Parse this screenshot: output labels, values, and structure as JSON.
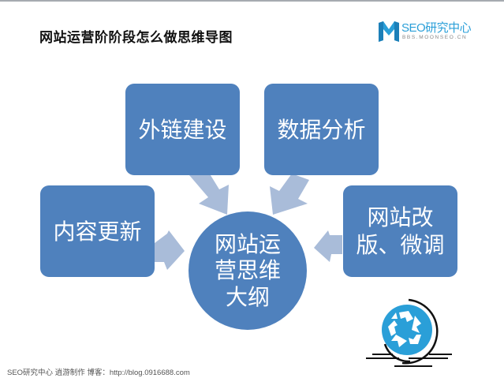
{
  "title": "网站运营阶阶段怎么做思维导图",
  "logo": {
    "name": "SEO研究中心",
    "subtitle": "BBS.MOONSEO.CN",
    "color": "#2a9fd8"
  },
  "diagram": {
    "center": {
      "lines": [
        "网站运",
        "营思维",
        "大纲"
      ]
    },
    "nodes": [
      {
        "id": "content-update",
        "lines": [
          "内容更新"
        ]
      },
      {
        "id": "link-building",
        "lines": [
          "外链建设"
        ]
      },
      {
        "id": "data-analysis",
        "lines": [
          "数据分析"
        ]
      },
      {
        "id": "site-revision",
        "lines": [
          "网站改",
          "版、微调"
        ]
      }
    ],
    "colors": {
      "node": "#4f81bd",
      "arrow": "#a9bcd9",
      "text": "#ffffff"
    }
  },
  "footer": "SEO研究中心 逍游制作 博客：http://blog.0916688.com",
  "icons": {
    "recycle": "recycle-icon"
  }
}
